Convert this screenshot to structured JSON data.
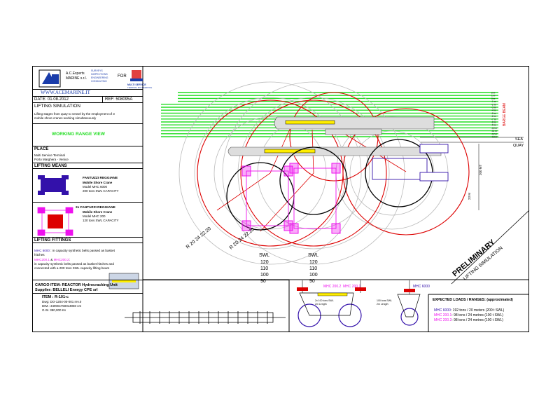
{
  "title_block": {
    "company_line1": "A.C.Experts",
    "company_line2": "MARINE s.r.l.",
    "services": [
      "SURVEYS",
      "INSPECTIONS",
      "ENGINEERING",
      "CONSULTING"
    ],
    "for_label": "FOR",
    "client_name": "MULTI SERVICE",
    "client_sub": "TERMINAL MULTISERVICE",
    "website": "WWW.ACEMARINE.IT",
    "date": "DATE: 01.08.2012",
    "ref": "REF: 508095A",
    "doc_title": "LIFTING SIMULATION",
    "description_1": "Lifting stages from quay to vessel by the employment of 3",
    "description_2": "mobile shore cranes working simultaneously",
    "view_title": "WORKING RANGE VIEW",
    "view_color": "#22dd22"
  },
  "place": {
    "heading": "PLACE",
    "line1": "Multi Service Terminal",
    "line2": "Porto Marghera - Venice"
  },
  "lifting_means": {
    "heading": "LIFTING MEANS",
    "crane1": {
      "make": "FANTUZZI REGGIANE",
      "type": "Mobile Shore Crane",
      "model": "Model MHC 6000",
      "capacity": "200 tons SWL CAPACITY",
      "color": "#3311aa"
    },
    "crane2": {
      "make": "2x FANTUZZI REGGIANE",
      "type": "Mobile Shore Crane",
      "model": "Model MHC 200",
      "capacity": "120 tons SWL CAPACITY",
      "color": "#ee11ee"
    }
  },
  "lifting_fittings": {
    "heading": "LIFTING FITTINGS",
    "mhc6000_tag": "MHC 6000",
    "mhc6000_text": ": in capacity synthetic belts passed as basket",
    "mhc6000_text2": "hitches",
    "mhc200_tag1": "MHC200.1",
    "amp": "&",
    "mhc200_tag2": "MHC200.2",
    "mhc200_colon": ":",
    "mhc200_text": "in capacity synthetic belts passed as basket hitches and",
    "mhc200_text2": "connected with a 200 tons SWL capacity lifting beam"
  },
  "cargo": {
    "item_line": "CARGO ITEM:   REACTOR Hydrocracking Unit",
    "supplier": "Supplier: BELLELI Energy CPE srl",
    "item": "ITEM : R-101-c",
    "dwg": "Dwg: DO-1204-00-001 rev.0",
    "dim": "DIM.: 34900x7500x4950 cm",
    "gw": "G.W. 380,000 Ks"
  },
  "loads": {
    "heading": "EXPECTED LOADS / RANGES: (approximated)",
    "rows": [
      {
        "name": "MHC 6000",
        "value": ": 192 tons / 20 meters (200 t SWL)",
        "color": "#3311aa"
      },
      {
        "name": "MHC 200.1",
        "value": ": 98 tons / 24 metres (100 t SWL)",
        "color": "#ee11ee"
      },
      {
        "name": "MHC 200.2",
        "value": ": 98 tons / 24 metres (100 t SWL)",
        "color": "#ee11ee"
      }
    ]
  },
  "drawing": {
    "swl_label": "SWL",
    "swl_values": [
      "120",
      "110",
      "100",
      "90"
    ],
    "swl2_values": [
      "120",
      "110",
      "100",
      "90"
    ],
    "radius_label_1": "R 20 24 22.20",
    "radius_label_2": "R 20 24 22.20",
    "barge_beam": "BARGE BEAM",
    "sea": "SEA",
    "quay": "QUAY",
    "depth_marks": [
      "2 m",
      "1 m",
      "0 m",
      "-1 m",
      "-2 m",
      "-3 m",
      "-4 m",
      "-5 m",
      "-6 m",
      "-7 m",
      "-8 m",
      "-9 m",
      "-10 m",
      "-11 m",
      "-12 m",
      "-13 m"
    ],
    "dim_200": "200 MT",
    "dim_230": "23 M",
    "stamp_1": "PRELIMINARY",
    "stamp_2": "LIFTING SIMULATION",
    "sling_tags": [
      "MHC 200.2",
      "MHC 200.1",
      "MHC 6000"
    ],
    "sling_note_1": "2x 100 tons SWL",
    "sling_note_2": "2m Length",
    "sling_note_3": "100 tons SWL",
    "sling_note_4": "2m Length",
    "red": "#dd0000",
    "green": "#22dd22",
    "blue": "#3311aa",
    "magenta": "#ee11ee"
  }
}
